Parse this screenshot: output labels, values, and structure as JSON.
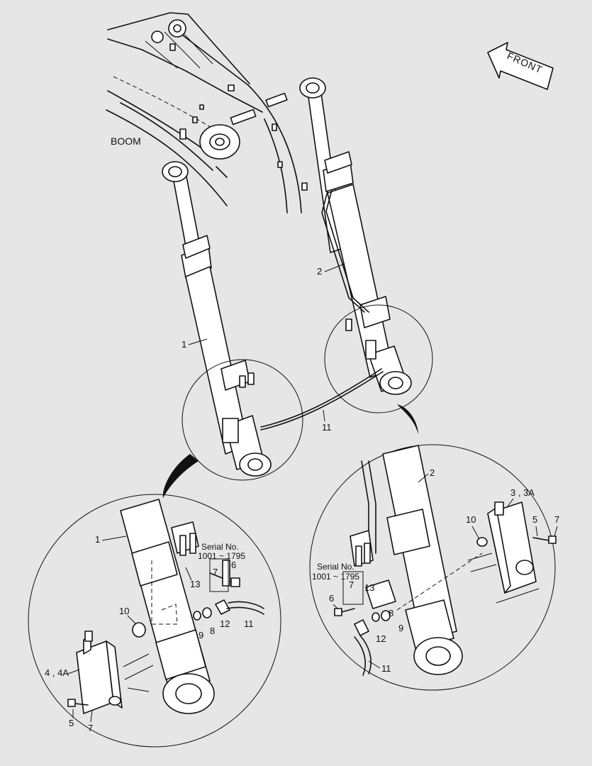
{
  "labels": {
    "boom": "BOOM",
    "front": "FRONT",
    "serial_title": "Serial No.",
    "serial_range": "1001 ~ 1795"
  },
  "callouts": {
    "top_cylinder_1": "1",
    "top_cylinder_2": "2",
    "top_hose_11": "11",
    "left_1": "1",
    "left_10": "10",
    "left_4_4a": "4 , 4A",
    "left_5": "5",
    "left_7_bottom": "7",
    "left_7_box": "7",
    "left_6": "6",
    "left_13": "13",
    "left_9": "9",
    "left_8": "8",
    "left_12": "12",
    "left_11": "11",
    "right_2": "2",
    "right_3_3a": "3 , 3A",
    "right_10": "10",
    "right_5": "5",
    "right_7_top": "7",
    "right_7_box": "7",
    "right_13": "13",
    "right_6": "6",
    "right_8": "8",
    "right_9": "9",
    "right_12": "12",
    "right_11": "11"
  }
}
